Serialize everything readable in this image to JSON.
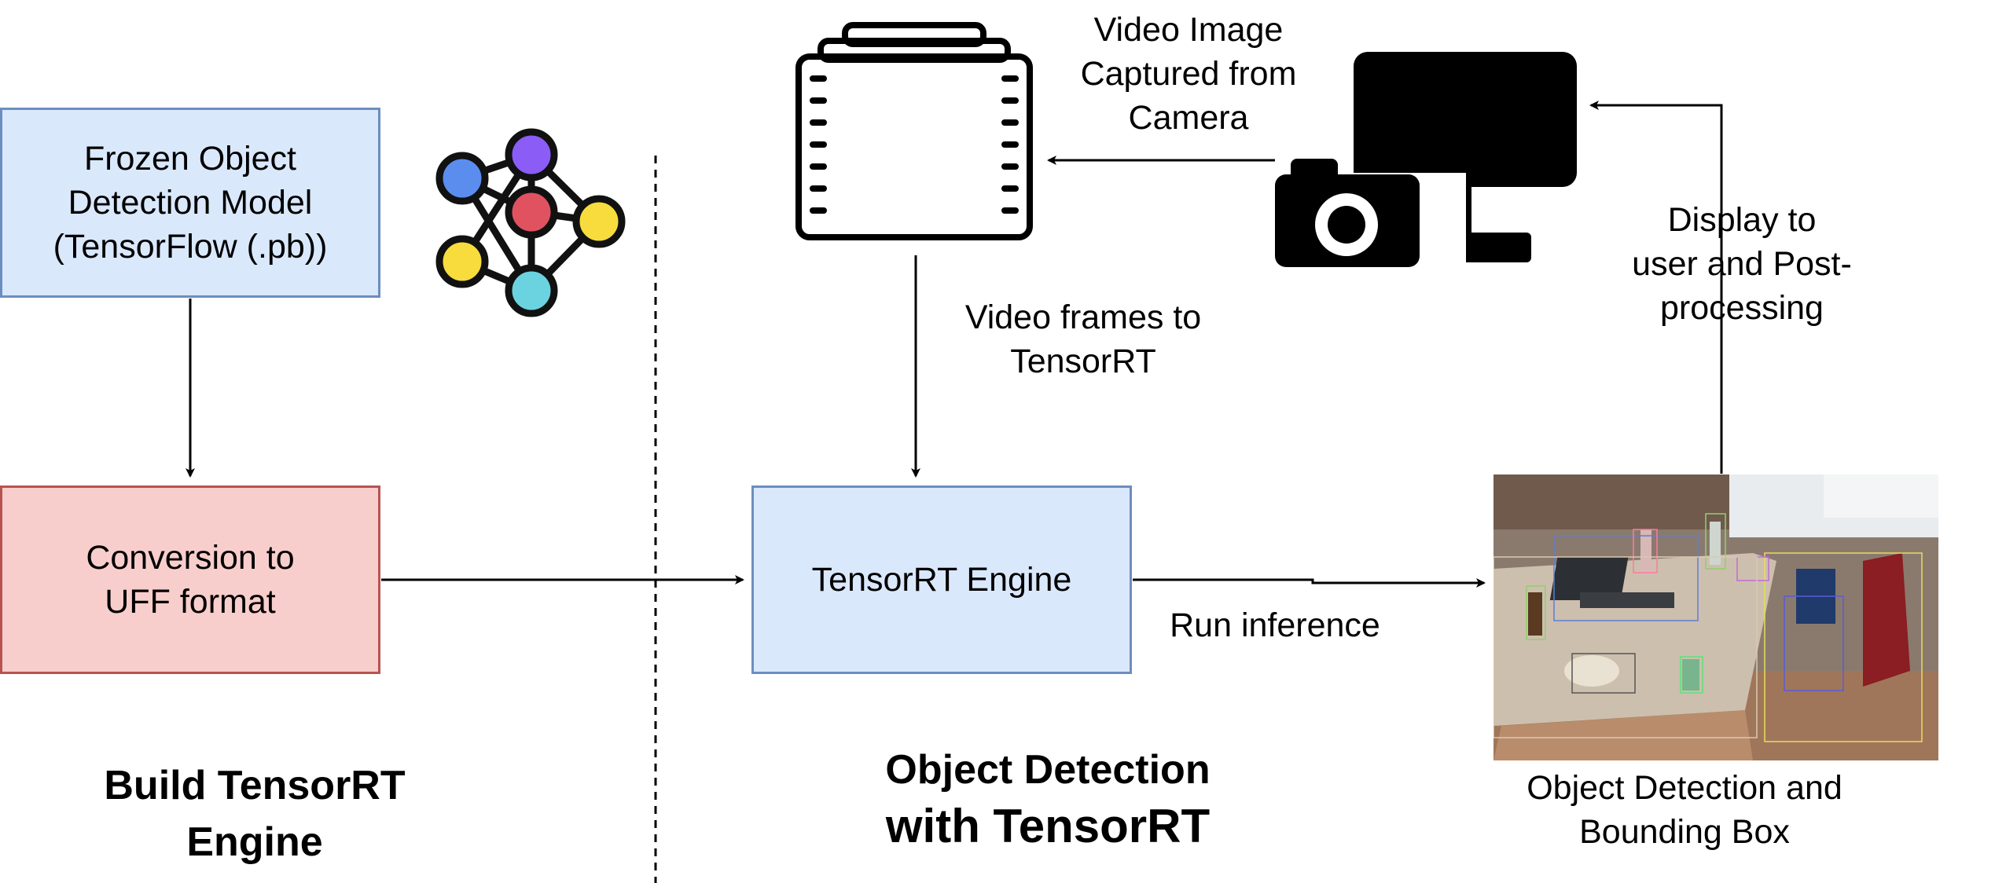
{
  "frozen_model": {
    "line1": "Frozen Object",
    "line2": "Detection Model",
    "line3": "(TensorFlow (.pb))"
  },
  "conversion": {
    "line1": "Conversion to",
    "line2": "UFF format"
  },
  "engine": {
    "label": "TensorRT Engine"
  },
  "captured": {
    "line1": "Video Image",
    "line2": "Captured from",
    "line3": "Camera"
  },
  "video_frames": {
    "line1": "Video frames to",
    "line2": "TensorRT"
  },
  "display": {
    "line1": "Display to",
    "line2": "user and Post-",
    "line3": "processing"
  },
  "run_inference": {
    "label": "Run inference"
  },
  "detection_caption": {
    "line1": "Object Detection and",
    "line2": "Bounding Box"
  },
  "build_title": {
    "line1": "Build TensorRT",
    "line2": "Engine"
  },
  "od_title": {
    "line1": "Object Detection",
    "line2": "with TensorRT"
  },
  "colors": {
    "blue_fill": "#dae8fc",
    "blue_stroke": "#6c8ebf",
    "red_fill": "#f8cecc",
    "red_stroke": "#b85450",
    "node_blue": "#5b8def",
    "node_purple": "#8b5cf6",
    "node_red": "#e05260",
    "node_yellow": "#f8dc3d",
    "node_cyan": "#6bd3e0"
  }
}
